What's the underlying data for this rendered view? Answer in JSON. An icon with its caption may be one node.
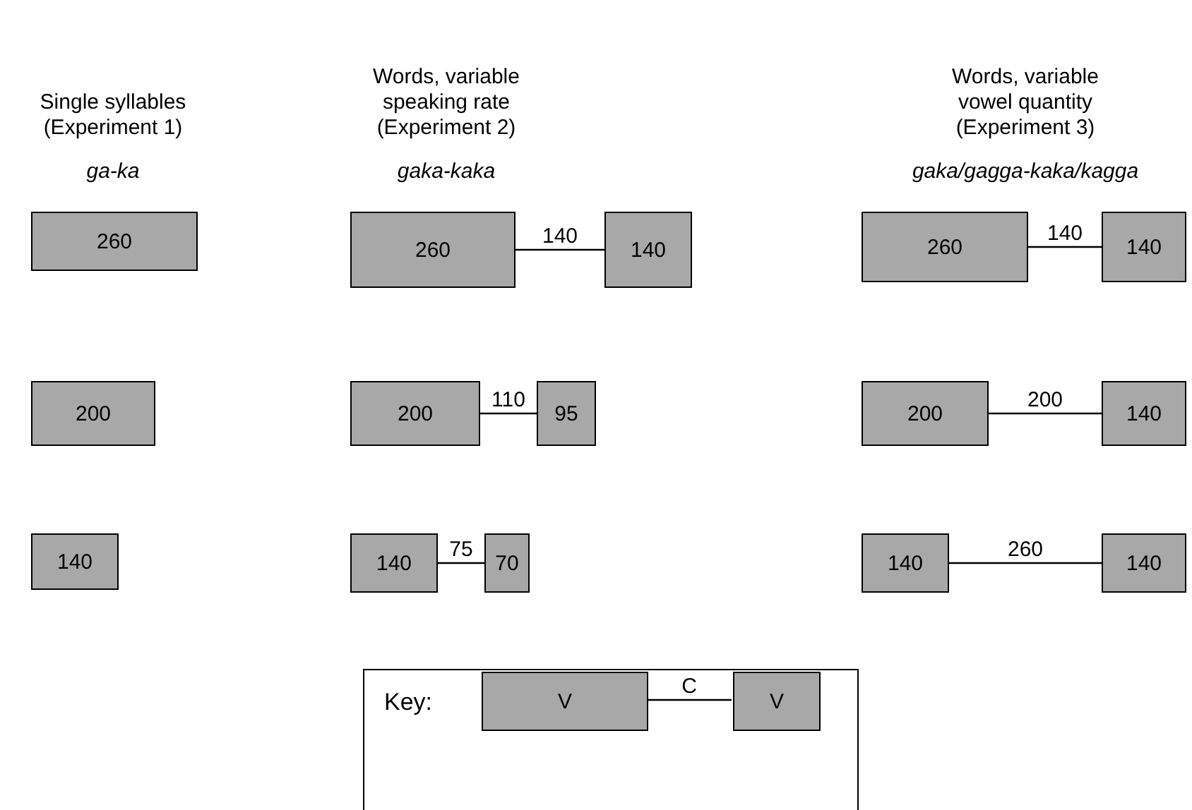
{
  "diagram": {
    "nodes": [
      {
        "text": [
          "260"
        ]
      },
      {
        "text": [
          "260"
        ]
      },
      {
        "text": [
          "140"
        ]
      },
      {
        "text": [
          "260"
        ]
      },
      {
        "text": [
          "140"
        ]
      },
      {
        "text": [
          "200"
        ]
      },
      {
        "text": [
          "200"
        ]
      },
      {
        "text": [
          "95"
        ]
      },
      {
        "text": [
          "200"
        ]
      },
      {
        "text": [
          "140"
        ]
      },
      {
        "text": [
          "140"
        ]
      },
      {
        "text": [
          "140"
        ]
      },
      {
        "text": [
          "70"
        ]
      },
      {
        "text": [
          "140"
        ]
      },
      {
        "text": [
          "140"
        ]
      },
      {
        "text": [
          "Key:"
        ]
      },
      {
        "text": [
          "V"
        ],
        "in": 15
      },
      {
        "text": [
          "V"
        ],
        "in": 15
      }
    ],
    "edges": [
      {
        "from": 1,
        "to": 2,
        "arrow": "none",
        "label": "140"
      },
      {
        "from": 3,
        "to": 4,
        "arrow": "none",
        "label": "140"
      },
      {
        "from": 6,
        "to": 7,
        "arrow": "none",
        "label": "110"
      },
      {
        "from": 8,
        "to": 9,
        "arrow": "none",
        "label": "200"
      },
      {
        "from": 11,
        "to": 12,
        "arrow": "none",
        "label": "75"
      },
      {
        "from": 13,
        "to": 14,
        "arrow": "none",
        "label": "260"
      },
      {
        "from": 16,
        "to": 17,
        "arrow": "none",
        "label": "C"
      }
    ],
    "labels": [
      "Single syllables (Experiment 1)",
      "Words, variable speaking rate (Experiment 2)",
      "Words, variable vowel quantity (Experiment 3)",
      "ga-ka",
      "gaka-kaka",
      "gaka/gagga-kaka/kagga"
    ]
  }
}
